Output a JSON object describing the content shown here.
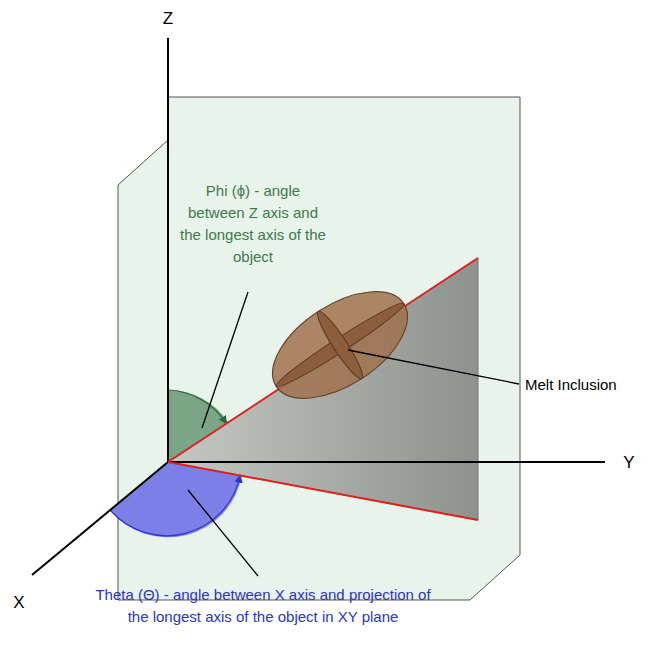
{
  "diagram": {
    "labels": [
      "Z",
      "Phi (ϕ) - angle between Z axis and the longest axis of the object",
      "Melt Inclusion",
      "Y",
      "X",
      "Theta (Θ) - angle between X axis and projection of the longest axis of the object in XY plane"
    ]
  }
}
